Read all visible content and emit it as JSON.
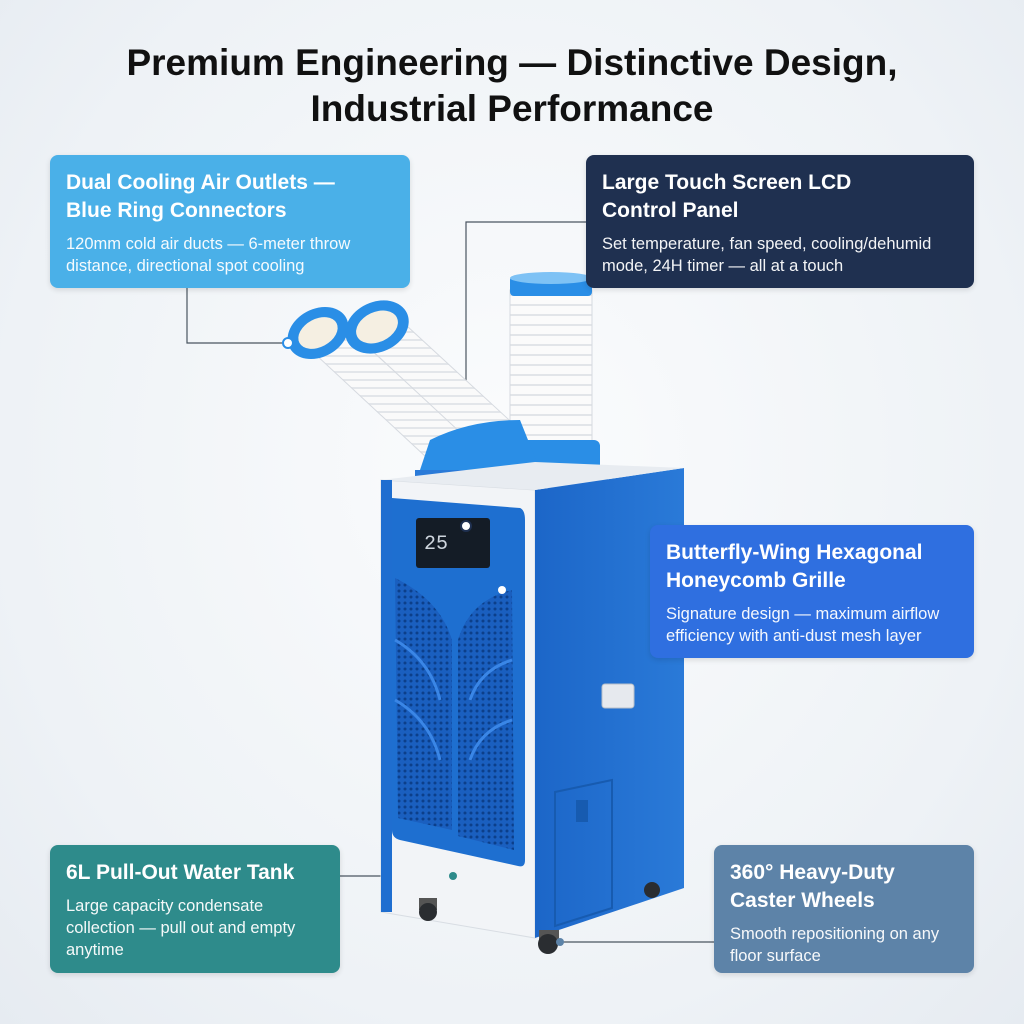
{
  "title": {
    "line1": "Premium Engineering — Distinctive Design,",
    "line2": "Industrial Performance"
  },
  "callouts": {
    "outlets": {
      "heading1": "Dual Cooling Air Outlets —",
      "heading2": "Blue Ring Connectors",
      "body1": "120mm cold air ducts — 6-meter throw",
      "body2": "distance, directional spot cooling"
    },
    "lcd": {
      "heading1": "Large Touch Screen LCD",
      "heading2": "Control Panel",
      "body1": "Set temperature, fan speed, cooling/dehumid",
      "body2": "mode, 24H timer — all at a touch"
    },
    "grille": {
      "heading1": "Butterfly-Wing Hexagonal",
      "heading2": "Honeycomb Grille",
      "body1": "Signature design — maximum airflow",
      "body2": "efficiency with anti-dust mesh layer"
    },
    "tank": {
      "heading1": "6L Pull-Out Water Tank",
      "body1": "Large capacity condensate",
      "body2": "collection — pull out and empty",
      "body3": "anytime"
    },
    "wheels": {
      "heading1": "360° Heavy-Duty",
      "heading2": "Caster Wheels",
      "body1": "Smooth repositioning on any",
      "body2": "floor surface"
    }
  },
  "lcd_reading": "25",
  "colors": {
    "body_blue": "#1e6fd0",
    "duct_blue": "#2a8ee6",
    "white_panel": "#f2f4f7"
  }
}
